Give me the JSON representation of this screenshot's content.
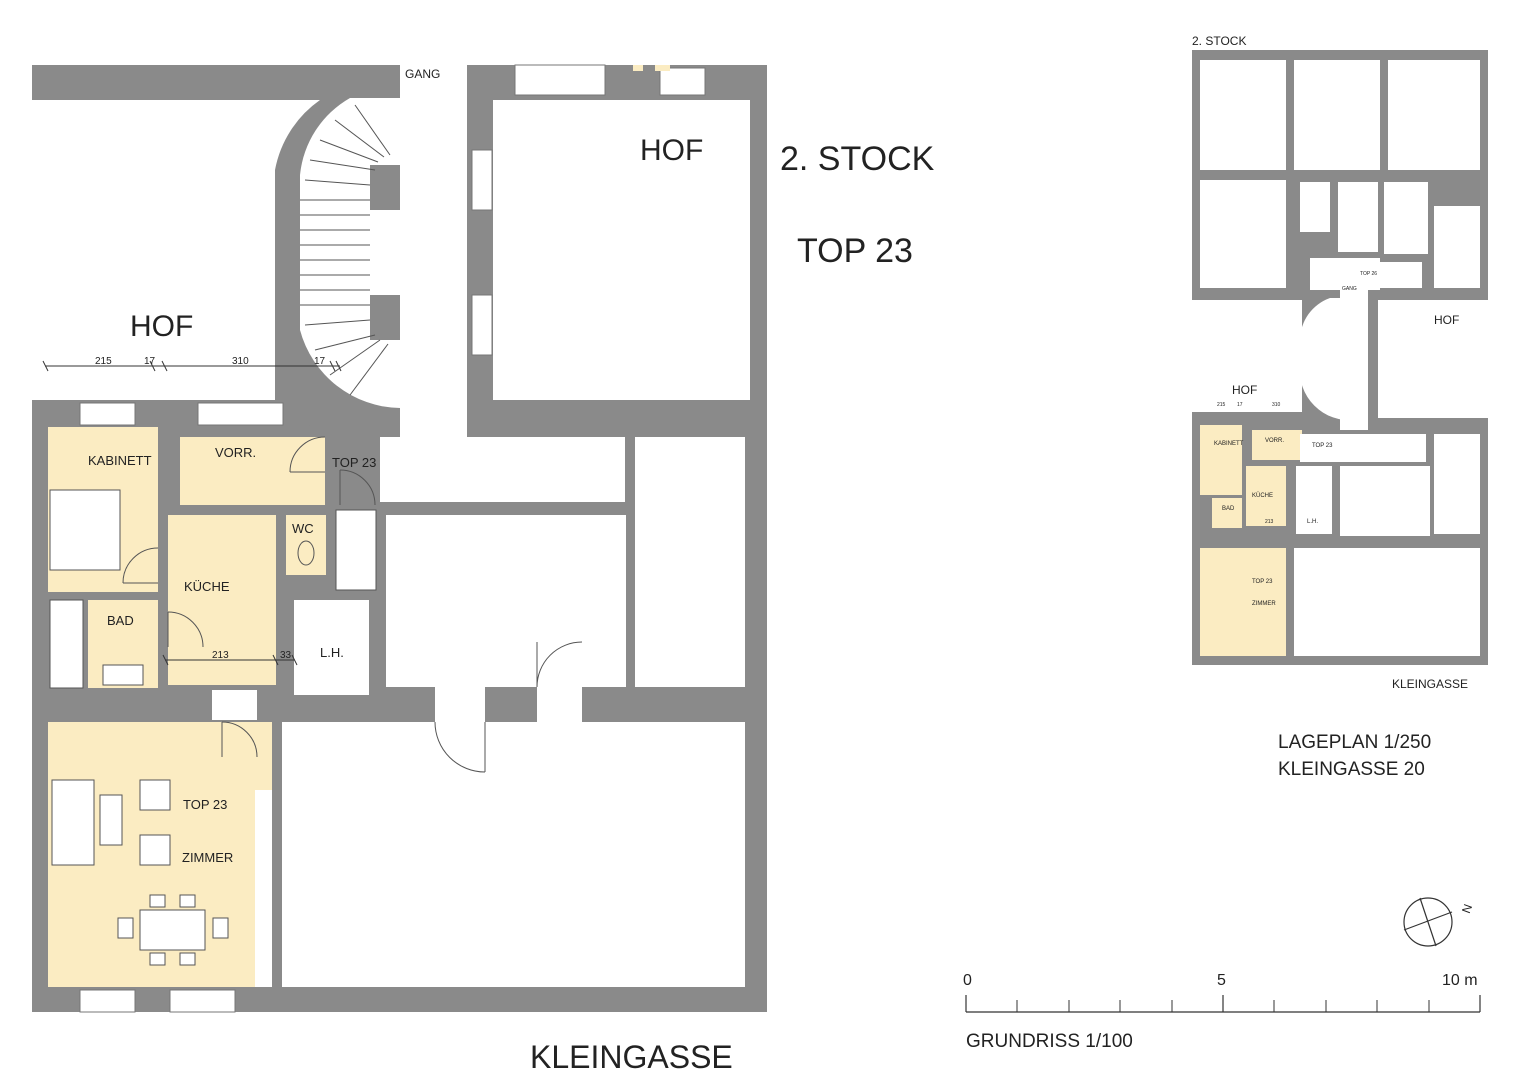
{
  "main_plan": {
    "labels": {
      "hof_left": "HOF",
      "hof_right": "HOF",
      "gang": "GANG",
      "floor": "2. STOCK",
      "unit": "TOP 23",
      "kabinett": "KABINETT",
      "vorraum": "VORR.",
      "top23_door": "TOP 23",
      "wc": "WC",
      "kueche": "KÜCHE",
      "bad": "BAD",
      "lh": "L.H.",
      "zimmer_top": "TOP 23",
      "zimmer": "ZIMMER",
      "street": "KLEINGASSE"
    },
    "dimensions_top": [
      "215",
      "17",
      "310",
      "17"
    ],
    "dimensions_kitchen": [
      "213",
      "33"
    ]
  },
  "site_plan": {
    "labels": {
      "floor": "2. STOCK",
      "hof_right": "HOF",
      "hof_left": "HOF",
      "kabinett": "KABINETT",
      "vorraum": "VORR.",
      "top23": "TOP 23",
      "kueche": "KÜCHE",
      "bad": "BAD",
      "lh": "L.H.",
      "zimmer_top": "TOP 23",
      "zimmer": "ZIMMER",
      "gang": "GANG",
      "top26": "TOP 26",
      "street": "KLEINGASSE"
    },
    "dims_small": [
      "215",
      "17",
      "310"
    ],
    "dim_kitchen": "213"
  },
  "legend": {
    "lageplan_scale": "LAGEPLAN 1/250",
    "address": "KLEINGASSE 20",
    "north": "N",
    "scale_0": "0",
    "scale_5": "5",
    "scale_10": "10 m",
    "grundriss_scale": "GRUNDRISS 1/100"
  },
  "colors": {
    "wall": "#8a8a8a",
    "apartment": "#fbecc2",
    "background": "#ffffff"
  }
}
